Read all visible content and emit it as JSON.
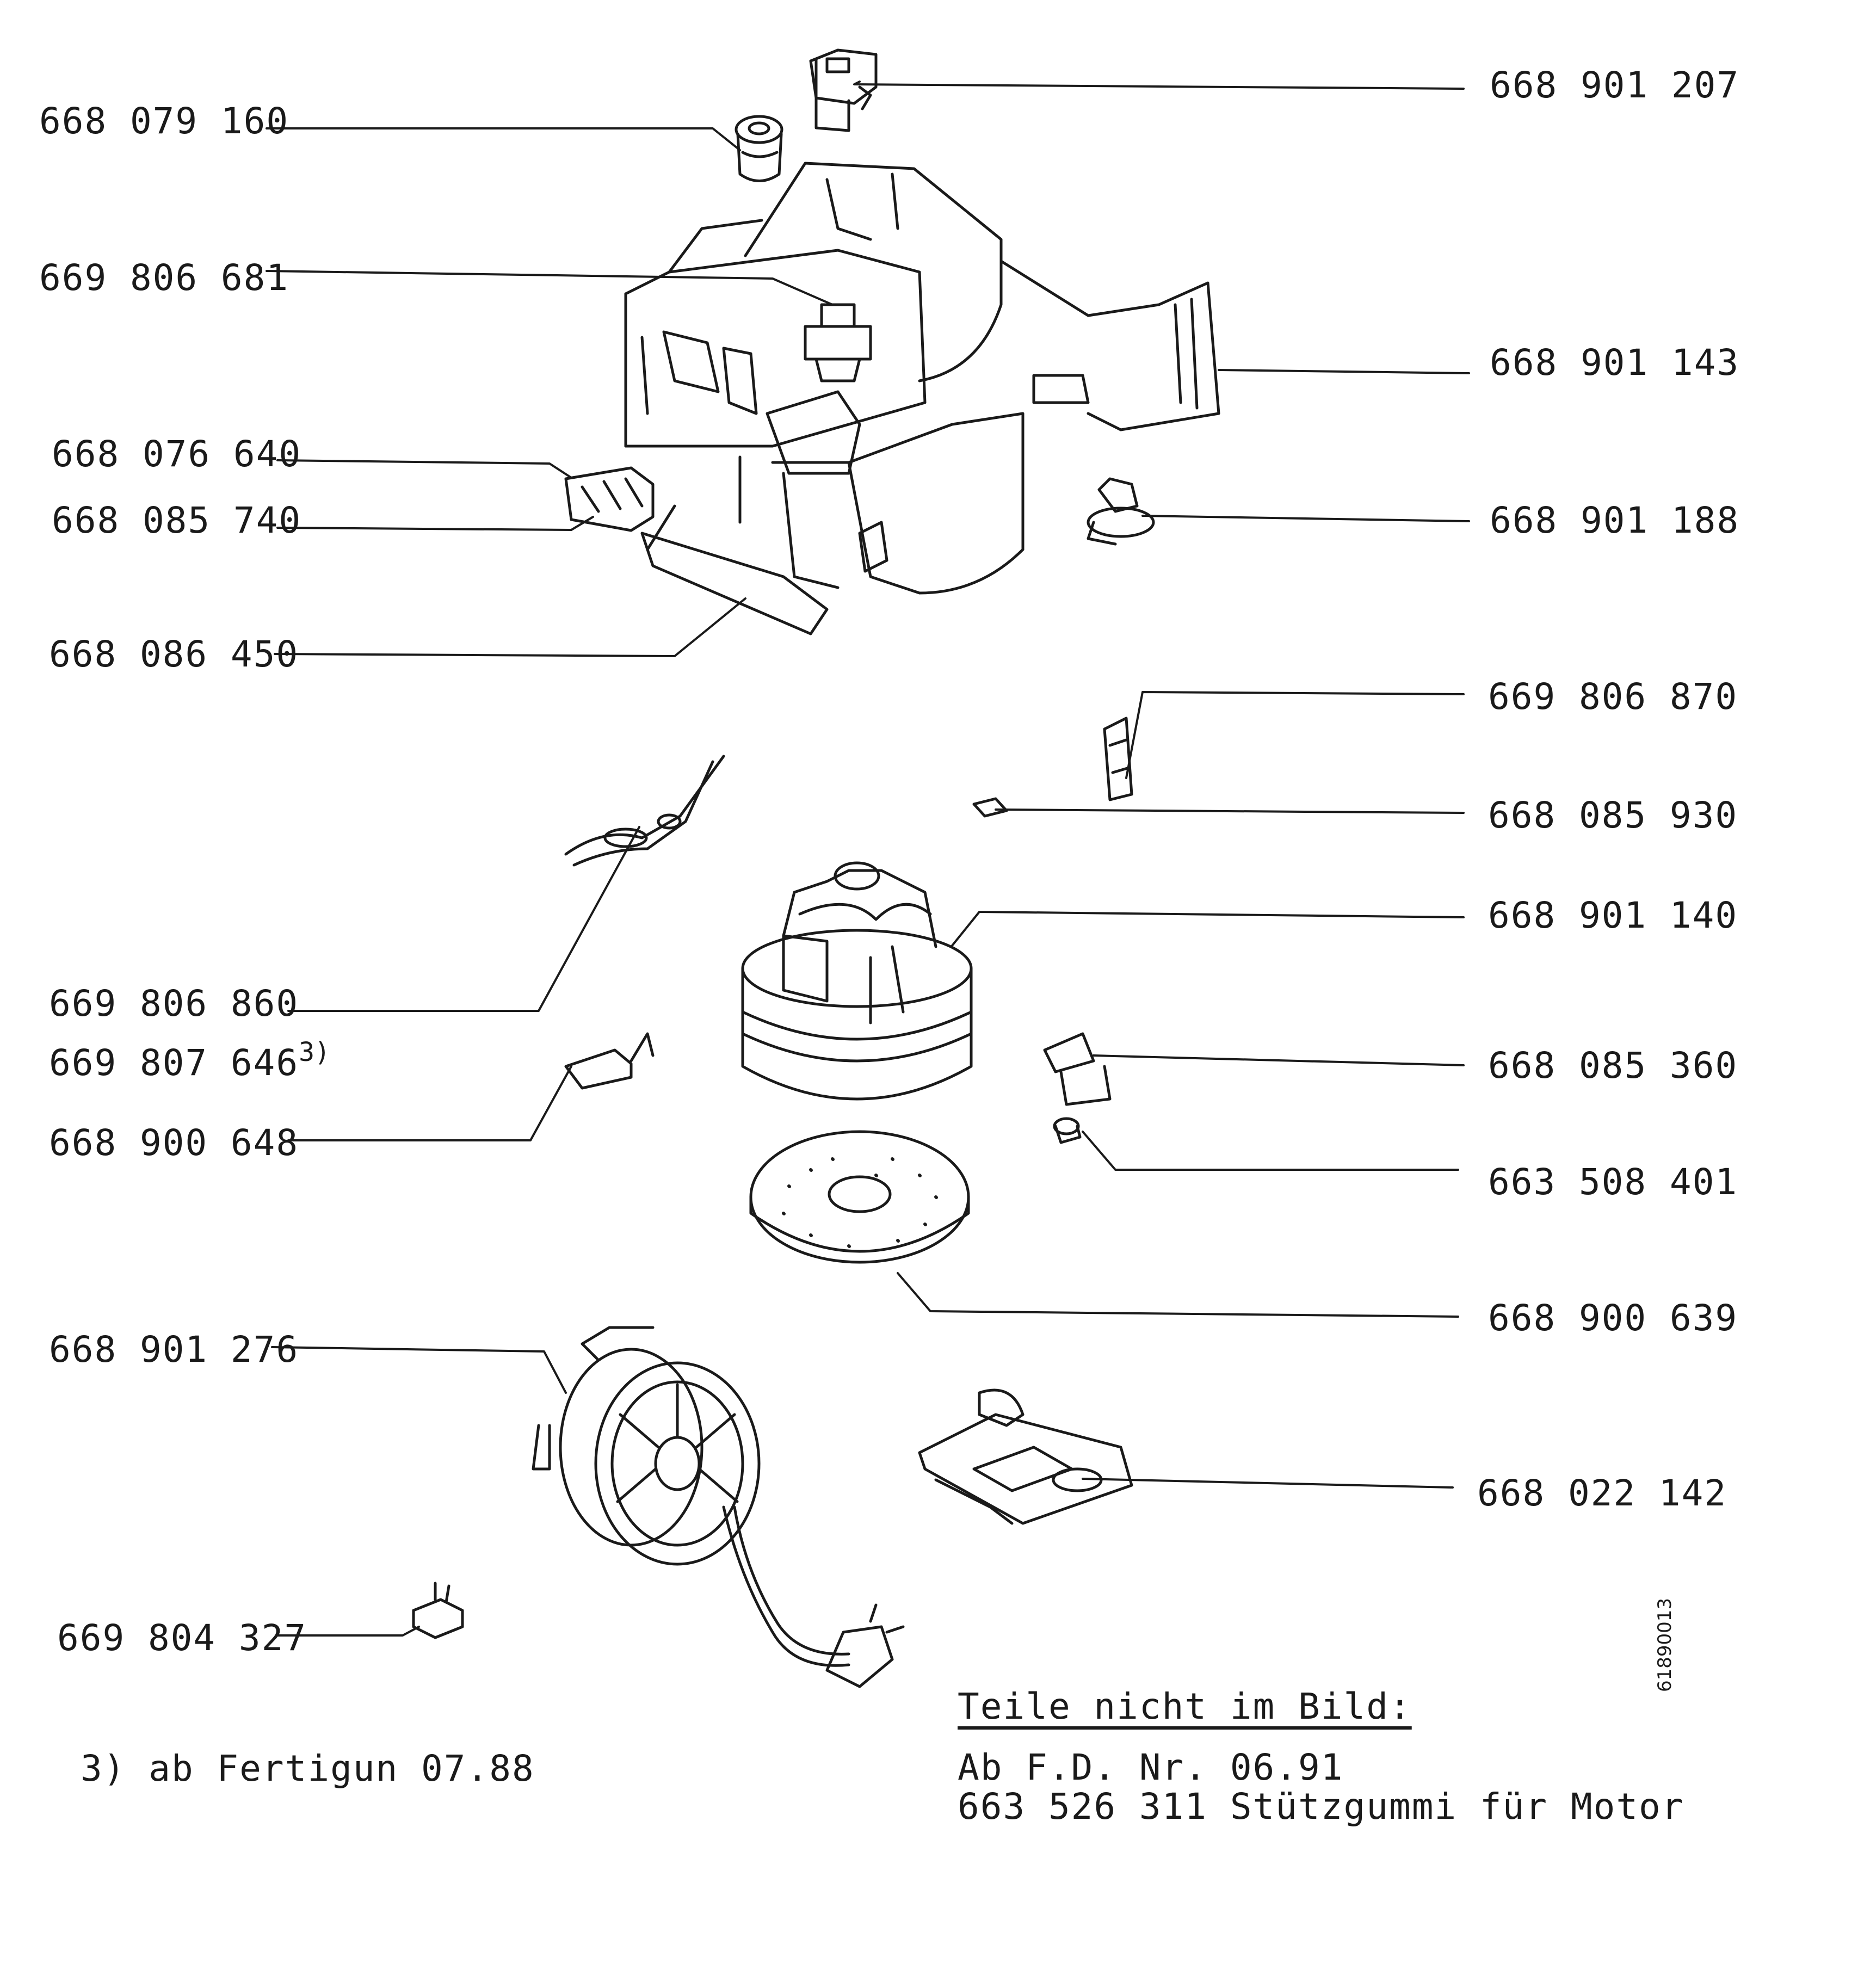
{
  "labels": {
    "p01": "668 079 160",
    "p02": "668 901 207",
    "p03": "669 806 681",
    "p04": "668 901 143",
    "p05": "668 076 640",
    "p06": "668 085 740",
    "p07": "668 901 188",
    "p08": "668 086 450",
    "p09": "669 806 870",
    "p10": "668 085 930",
    "p11": "668 901 140",
    "p12": "669 806 860",
    "p13": "669 807 646",
    "p14": "668 085 360",
    "p15": "668 900 648",
    "p16": "663 508 401",
    "p17": "668 900 639",
    "p18": "668 901 276",
    "p19": "668 022 142",
    "p20": "669 804 327"
  },
  "footnote_mark": "3)",
  "footnote": "3) ab Fertigun 07.88",
  "notes": {
    "title": "Teile nicht im Bild:",
    "line1": "Ab F.D. Nr. 06.91",
    "line2": "663 526 311 Stützgummi für Motor"
  },
  "doc_number": "61890013"
}
